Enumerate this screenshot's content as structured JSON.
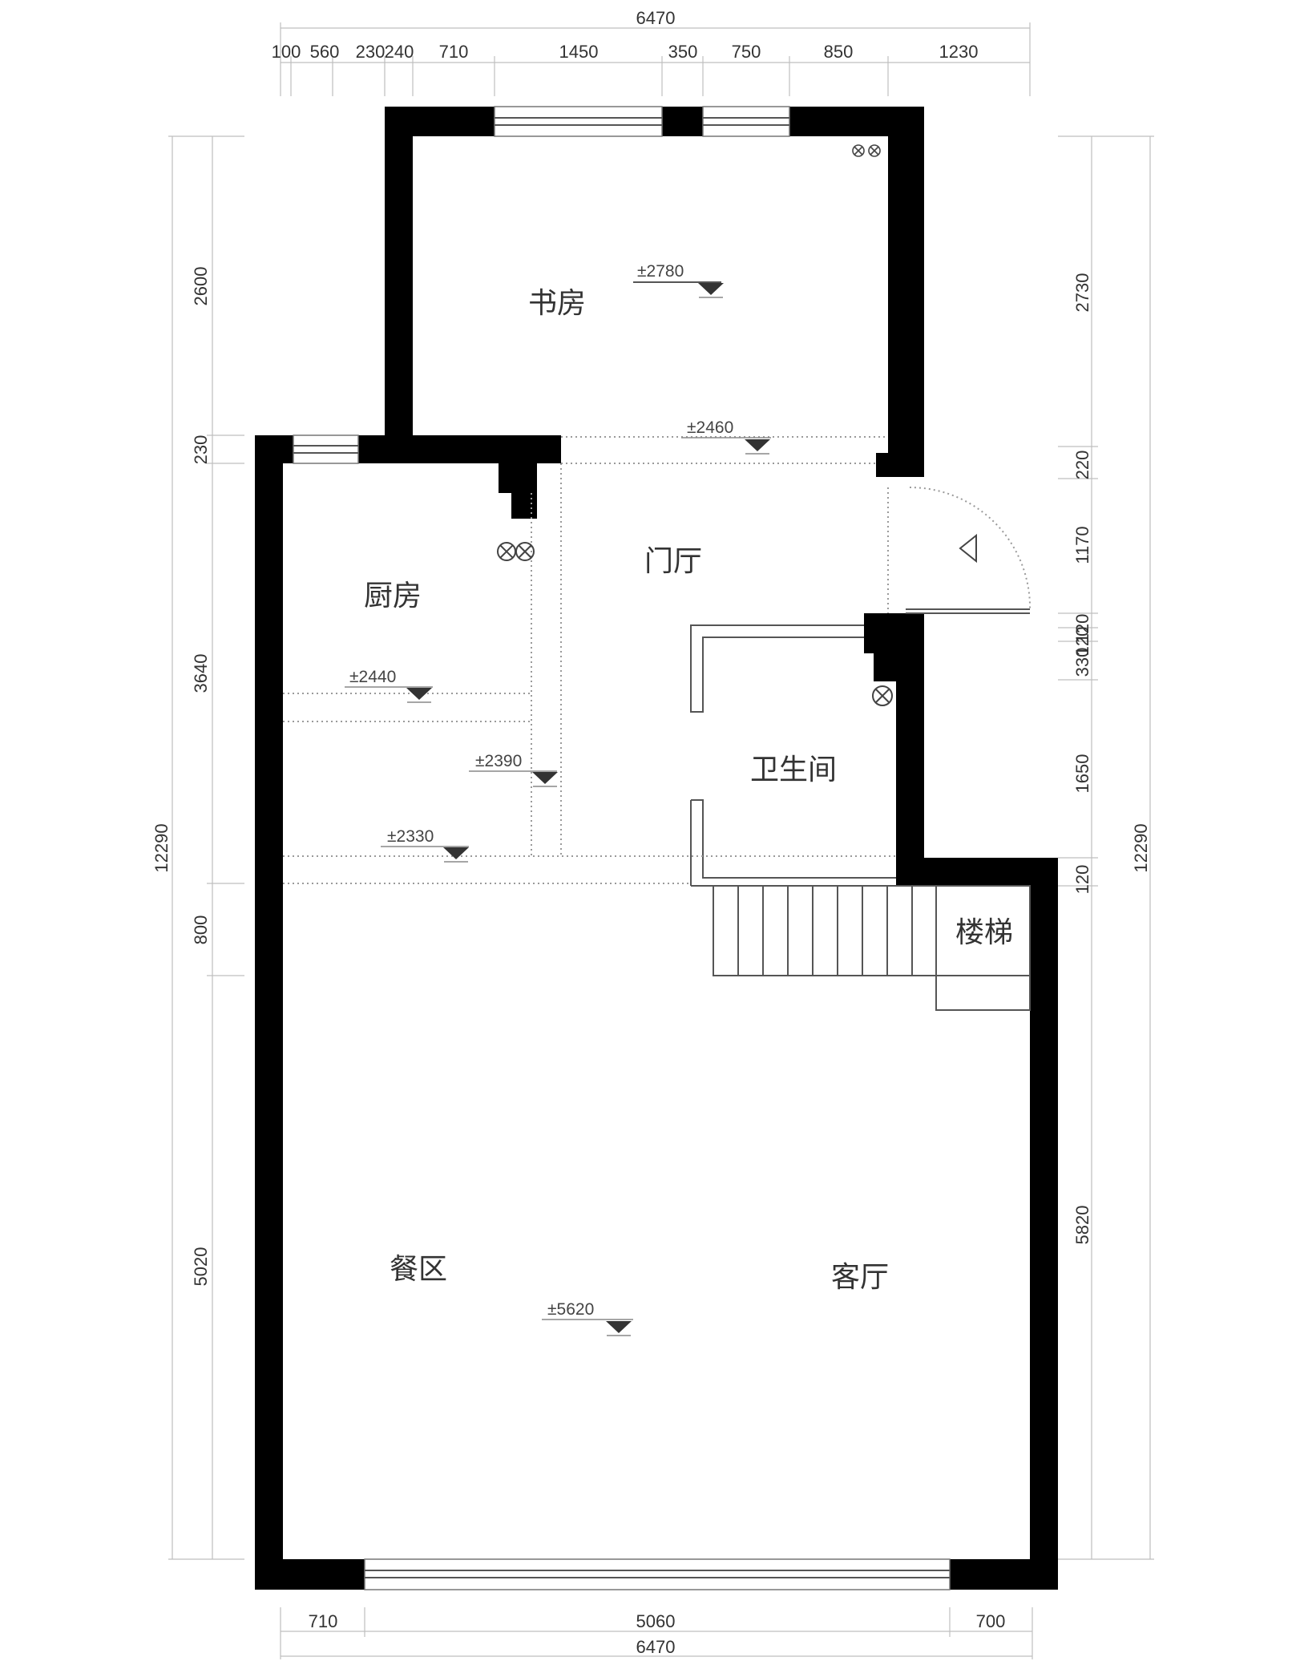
{
  "dimensions": {
    "top_total": "6470",
    "top_segments": [
      "100",
      "560",
      "230",
      "240",
      "710",
      "1450",
      "350",
      "750",
      "850",
      "1230"
    ],
    "bottom_segments": [
      "710",
      "5060",
      "700"
    ],
    "bottom_total": "6470",
    "left_segments": [
      "2600",
      "230",
      "3640",
      "800",
      "5020"
    ],
    "left_total": "12290",
    "right_segments": [
      "2730",
      "220",
      "1170",
      "120",
      "120",
      "330",
      "1650",
      "120",
      "5820"
    ],
    "right_total": "12290"
  },
  "rooms": {
    "study": "书房",
    "foyer": "门厅",
    "kitchen": "厨房",
    "bathroom": "卫生间",
    "stairs": "楼梯",
    "dining": "餐区",
    "living": "客厅"
  },
  "levels": {
    "study": "±2780",
    "foyer": "±2460",
    "kitchen": "±2440",
    "corridor": "±2390",
    "passage": "±2330",
    "main": "±5620"
  }
}
